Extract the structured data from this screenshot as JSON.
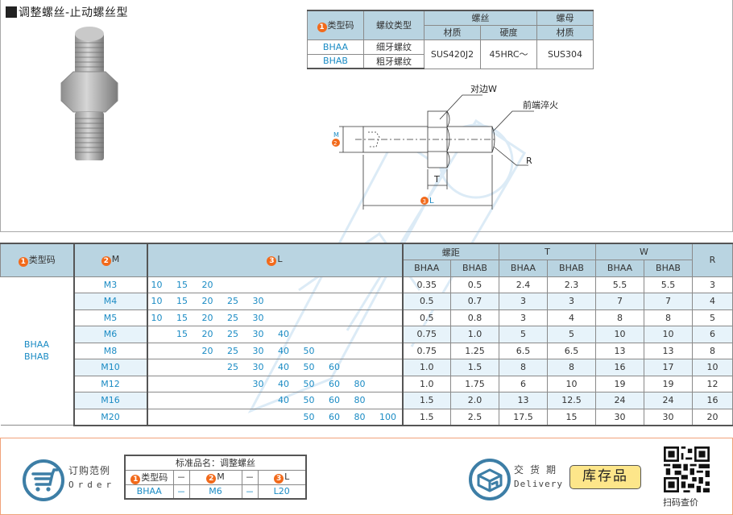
{
  "title": "调整螺丝-止动螺丝型",
  "material_table": {
    "headers": {
      "type_code": "类型码",
      "thread_type": "螺纹类型",
      "screw": "螺丝",
      "nut": "螺母",
      "material": "材质",
      "hardness": "硬度",
      "nut_material": "材质"
    },
    "rows": [
      {
        "code": "BHAA",
        "thread": "细牙螺纹"
      },
      {
        "code": "BHAB",
        "thread": "粗牙螺纹"
      }
    ],
    "screw_material": "SUS420J2",
    "screw_hardness": "45HRC～",
    "nut_material": "SUS304"
  },
  "drawing": {
    "label_w": "对边W",
    "label_hardened": "前端淬火",
    "label_r": "R",
    "label_t": "T",
    "label_m": "M",
    "label_l": "L"
  },
  "badges": {
    "one": "1",
    "two": "2",
    "three": "3"
  },
  "spec_table": {
    "headers": {
      "type_code": "类型码",
      "m": "M",
      "l": "L",
      "pitch": "螺距",
      "t": "T",
      "w": "W",
      "r": "R",
      "bhaa": "BHAA",
      "bhab": "BHAB"
    },
    "type_codes": [
      "BHAA",
      "BHAB"
    ],
    "rows": [
      {
        "m": "M3",
        "l": [
          "10",
          "15",
          "20",
          "",
          "",
          "",
          "",
          "",
          "",
          ""
        ],
        "pitch_a": "0.35",
        "pitch_b": "0.5",
        "t_a": "2.4",
        "t_b": "2.3",
        "w_a": "5.5",
        "w_b": "5.5",
        "r": "3"
      },
      {
        "m": "M4",
        "l": [
          "10",
          "15",
          "20",
          "25",
          "30",
          "",
          "",
          "",
          "",
          ""
        ],
        "pitch_a": "0.5",
        "pitch_b": "0.7",
        "t_a": "3",
        "t_b": "3",
        "w_a": "7",
        "w_b": "7",
        "r": "4"
      },
      {
        "m": "M5",
        "l": [
          "10",
          "15",
          "20",
          "25",
          "30",
          "",
          "",
          "",
          "",
          ""
        ],
        "pitch_a": "0.5",
        "pitch_b": "0.8",
        "t_a": "3",
        "t_b": "4",
        "w_a": "8",
        "w_b": "8",
        "r": "5"
      },
      {
        "m": "M6",
        "l": [
          "",
          "15",
          "20",
          "25",
          "30",
          "40",
          "",
          "",
          "",
          ""
        ],
        "pitch_a": "0.75",
        "pitch_b": "1.0",
        "t_a": "5",
        "t_b": "5",
        "w_a": "10",
        "w_b": "10",
        "r": "6"
      },
      {
        "m": "M8",
        "l": [
          "",
          "",
          "20",
          "25",
          "30",
          "40",
          "50",
          "",
          "",
          ""
        ],
        "pitch_a": "0.75",
        "pitch_b": "1.25",
        "t_a": "6.5",
        "t_b": "6.5",
        "w_a": "13",
        "w_b": "13",
        "r": "8"
      },
      {
        "m": "M10",
        "l": [
          "",
          "",
          "",
          "25",
          "30",
          "40",
          "50",
          "60",
          "",
          ""
        ],
        "pitch_a": "1.0",
        "pitch_b": "1.5",
        "t_a": "8",
        "t_b": "8",
        "w_a": "16",
        "w_b": "17",
        "r": "10"
      },
      {
        "m": "M12",
        "l": [
          "",
          "",
          "",
          "",
          "30",
          "40",
          "50",
          "60",
          "80",
          ""
        ],
        "pitch_a": "1.0",
        "pitch_b": "1.75",
        "t_a": "6",
        "t_b": "10",
        "w_a": "19",
        "w_b": "19",
        "r": "12"
      },
      {
        "m": "M16",
        "l": [
          "",
          "",
          "",
          "",
          "",
          "40",
          "50",
          "60",
          "80",
          ""
        ],
        "pitch_a": "1.5",
        "pitch_b": "2.0",
        "t_a": "13",
        "t_b": "12.5",
        "w_a": "24",
        "w_b": "24",
        "r": "16"
      },
      {
        "m": "M20",
        "l": [
          "",
          "",
          "",
          "",
          "",
          "",
          "50",
          "60",
          "80",
          "100"
        ],
        "pitch_a": "1.5",
        "pitch_b": "2.5",
        "t_a": "17.5",
        "t_b": "15",
        "w_a": "30",
        "w_b": "30",
        "r": "20"
      }
    ]
  },
  "order": {
    "label_cn": "订购范例",
    "label_en": "Order",
    "std_name": "标准品名：调整螺丝",
    "col_type": "类型码",
    "col_m": "M",
    "col_l": "L",
    "dash": "－",
    "val_type": "BHAA",
    "val_m": "M6",
    "val_l": "L20"
  },
  "delivery": {
    "label_cn": "交货期",
    "label_en": "Delivery",
    "stock": "库存品"
  },
  "qr": {
    "label": "扫码查价"
  },
  "colors": {
    "header_bg": "#b9d4e1",
    "accent_blue": "#1a8bc4",
    "badge_orange": "#f26a1b",
    "row_shade": "#e7f3fa",
    "stock_bg": "#fde68a",
    "icon_blue": "#3d7ea6",
    "panel_border": "#f0a27a"
  }
}
